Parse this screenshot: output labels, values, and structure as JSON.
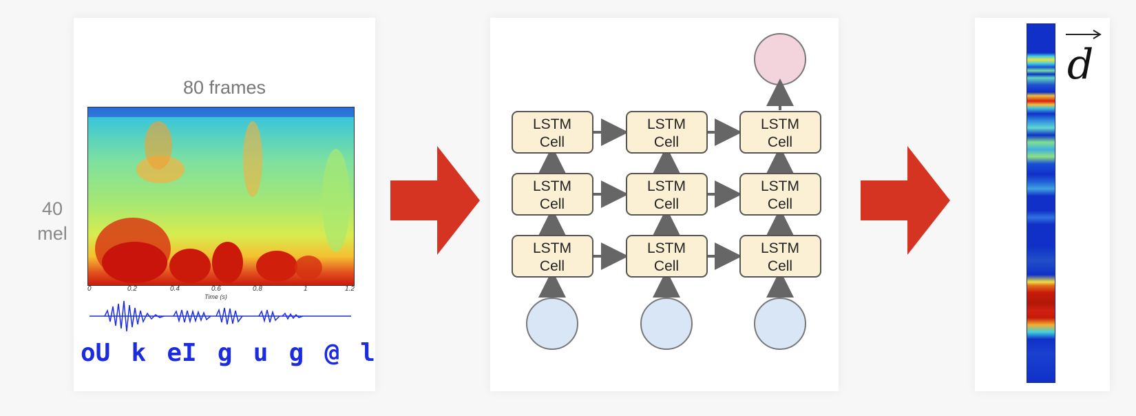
{
  "spectrogram_panel": {
    "frames_label": "80 frames",
    "mel_label_line1": "40",
    "mel_label_line2": "mel",
    "time_axis_label": "Time (s)",
    "time_ticks": [
      "0",
      "0.2",
      "0.4",
      "0.6",
      "0.8",
      "1",
      "1.2"
    ],
    "phonemes": [
      "oU",
      "k",
      "eI",
      "g",
      "u",
      "g",
      "@",
      "l"
    ]
  },
  "lstm_panel": {
    "cell_line1": "LSTM",
    "cell_line2": "Cell",
    "rows": 3,
    "columns": 3
  },
  "embedding_panel": {
    "vector_symbol": "d"
  },
  "colors": {
    "arrow": "#d63423",
    "cell_fill": "#fbf0d4",
    "cell_stroke": "#555555",
    "input_node": "#d8e6f5",
    "output_node": "#f3d3dc",
    "phoneme_text": "#1a2be0",
    "embedding_low": "#1030c8",
    "embedding_high": "#c01a0a"
  }
}
